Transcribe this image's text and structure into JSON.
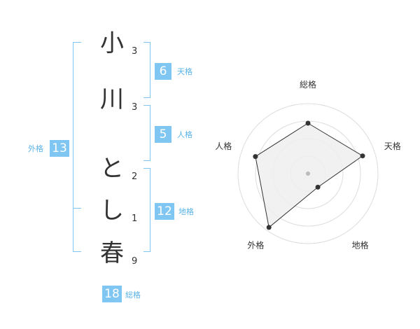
{
  "characters": [
    "小",
    "川",
    "と",
    "し",
    "春"
  ],
  "strokes": [
    "3",
    "3",
    "2",
    "1",
    "9"
  ],
  "fortune": {
    "tenkaku": {
      "label": "天格",
      "value": "6"
    },
    "jinkaku": {
      "label": "人格",
      "value": "5"
    },
    "chikaku": {
      "label": "地格",
      "value": "12"
    },
    "gaikaku": {
      "label": "外格",
      "value": "13"
    },
    "soukaku": {
      "label": "総格",
      "value": "18"
    }
  },
  "colors": {
    "accent": "#7fc6f2",
    "accent_text": "#5ab3e8",
    "radar_fill": "#eeeeee",
    "ring": "#dddddd",
    "point": "#333333"
  },
  "chart_data": {
    "type": "radar",
    "axes": [
      "総格",
      "天格",
      "地格",
      "外格",
      "人格"
    ],
    "values": [
      0.72,
      0.82,
      0.24,
      0.95,
      0.79
    ],
    "rings": 4,
    "range": [
      0,
      1
    ]
  }
}
